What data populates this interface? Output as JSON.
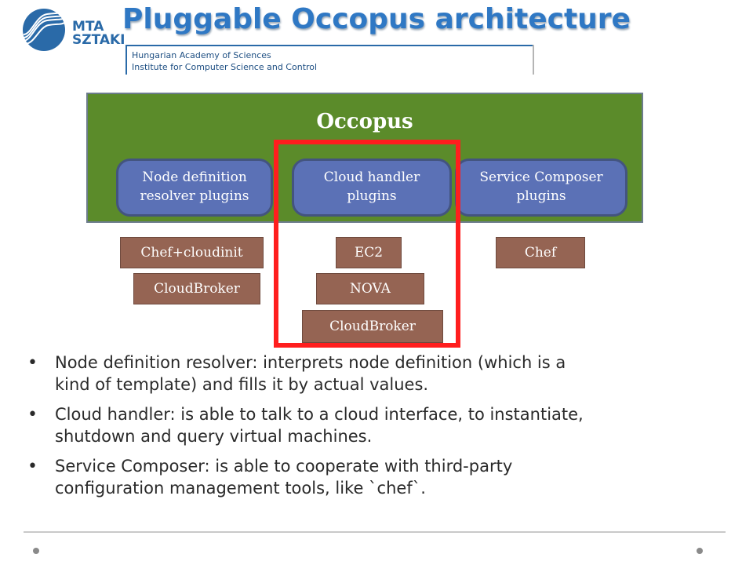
{
  "header": {
    "title": "Pluggable Occopus architecture",
    "logo_line1": "MTA",
    "logo_line2": "SZTAKI",
    "institute_line1": "Hungarian Academy of Sciences",
    "institute_line2": "Institute for Computer Science and Control"
  },
  "diagram": {
    "container_label": "Occopus",
    "plugins": [
      {
        "line1": "Node definition",
        "line2": "resolver plugins"
      },
      {
        "line1": "Cloud handler",
        "line2": "plugins"
      },
      {
        "line1": "Service Composer",
        "line2": "plugins"
      }
    ],
    "implementations": {
      "node_definition": [
        "Chef+cloudinit",
        "CloudBroker"
      ],
      "cloud_handler": [
        "EC2",
        "NOVA",
        "CloudBroker"
      ],
      "service_composer": [
        "Chef"
      ]
    },
    "colors": {
      "container": "#5b8b2a",
      "plugin": "#5b71b6",
      "implementation": "#956453",
      "highlight": "#ff1e1e",
      "title": "#2f78c4"
    }
  },
  "bullets": [
    {
      "line1": "Node definition resolver: interprets node definition (which is a",
      "line2": "kind of template) and fills it by actual values."
    },
    {
      "line1": "Cloud handler: is able to talk to a cloud interface, to instantiate,",
      "line2": "shutdown and query virtual machines."
    },
    {
      "line1": "Service Composer: is able to cooperate with third-party",
      "line2": "configuration management tools, like `chef`."
    }
  ],
  "bullet_symbol": "•"
}
